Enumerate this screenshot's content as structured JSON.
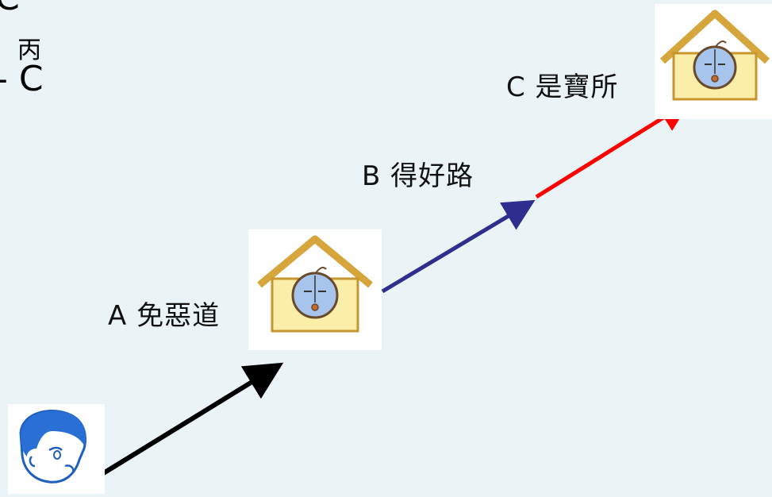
{
  "corner": {
    "top_letter": "C",
    "character": "丙",
    "bottom_text": "- C"
  },
  "stages": [
    {
      "letter": "A",
      "text": "免惡道",
      "label": "A 免惡道"
    },
    {
      "letter": "B",
      "text": "得好路",
      "label": "B 得好路"
    },
    {
      "letter": "C",
      "text": "是寶所",
      "label": "C 是寶所"
    }
  ],
  "arrows": [
    {
      "from": "person",
      "to": "A",
      "color": "#000000"
    },
    {
      "from": "A",
      "to": "B",
      "color": "#2e2e8f"
    },
    {
      "from": "B",
      "to": "C",
      "color": "#ff0000"
    }
  ],
  "icons": {
    "house": "house-with-face-icon",
    "person": "worried-person-icon"
  }
}
